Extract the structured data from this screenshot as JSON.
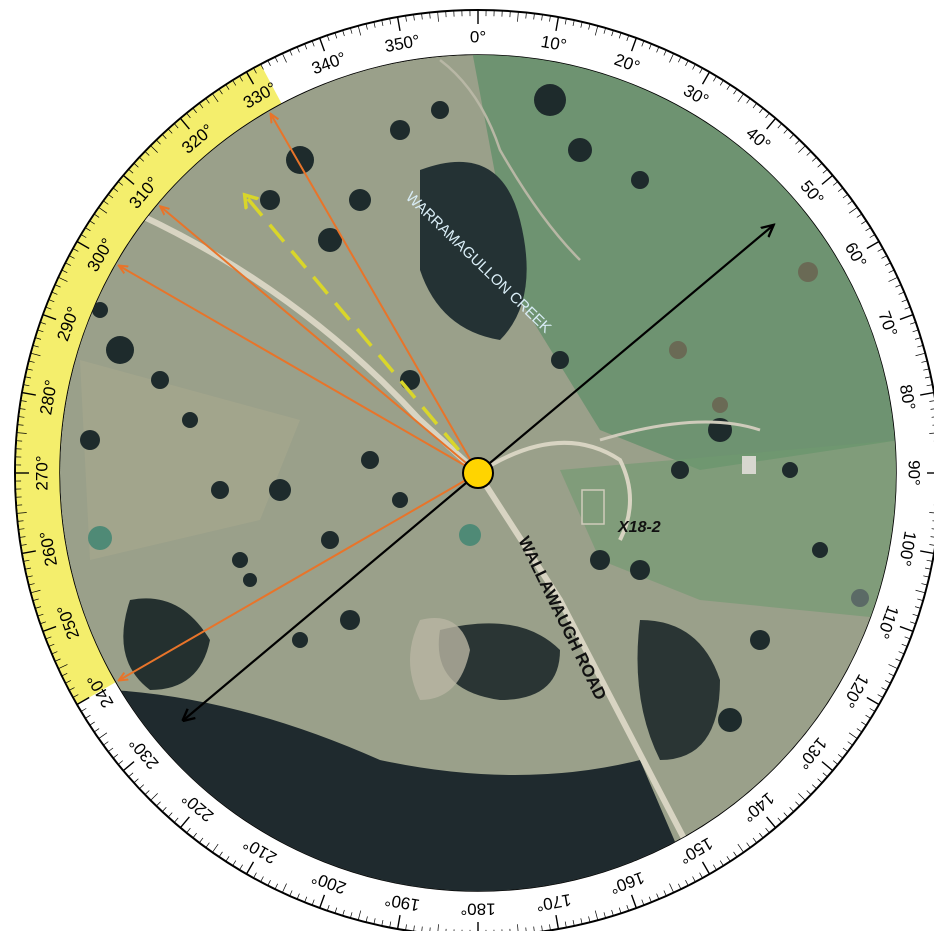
{
  "compass": {
    "degree_labels": [
      "0°",
      "10°",
      "20°",
      "30°",
      "40°",
      "50°",
      "60°",
      "70°",
      "80°",
      "90°",
      "100°",
      "110°",
      "120°",
      "130°",
      "140°",
      "150°",
      "160°",
      "170°",
      "180°",
      "190°",
      "200°",
      "210°",
      "220°",
      "230°",
      "240°",
      "250°",
      "260°",
      "270°",
      "280°",
      "290°",
      "300°",
      "310°",
      "320°",
      "330°",
      "340°",
      "350°"
    ],
    "highlight_arc_deg": [
      240,
      332
    ],
    "bearing_lines": [
      {
        "bearing": 330,
        "color": "#e8742a",
        "style": "solid"
      },
      {
        "bearing": 310,
        "color": "#e8742a",
        "style": "solid"
      },
      {
        "bearing": 300,
        "color": "#e8742a",
        "style": "solid"
      },
      {
        "bearing": 240,
        "color": "#e8742a",
        "style": "solid"
      },
      {
        "bearing": 320,
        "color": "#d9d62a",
        "style": "dashed"
      }
    ],
    "axis_line": {
      "bearing_a": 50,
      "bearing_b": 230,
      "color": "#000000"
    },
    "center_marker_color": "#ffd400"
  },
  "map": {
    "creek_label": "WARRAMAGULLON CREEK",
    "road_label": "WALLAWAUGH ROAD",
    "site_label": "X18-2"
  },
  "colors": {
    "highlight": "#f4ee6c",
    "pasture": "#9aa08a",
    "green_pasture": "#5f8f68",
    "forest": "#1f2a2e",
    "road": "#d8d4c2"
  }
}
